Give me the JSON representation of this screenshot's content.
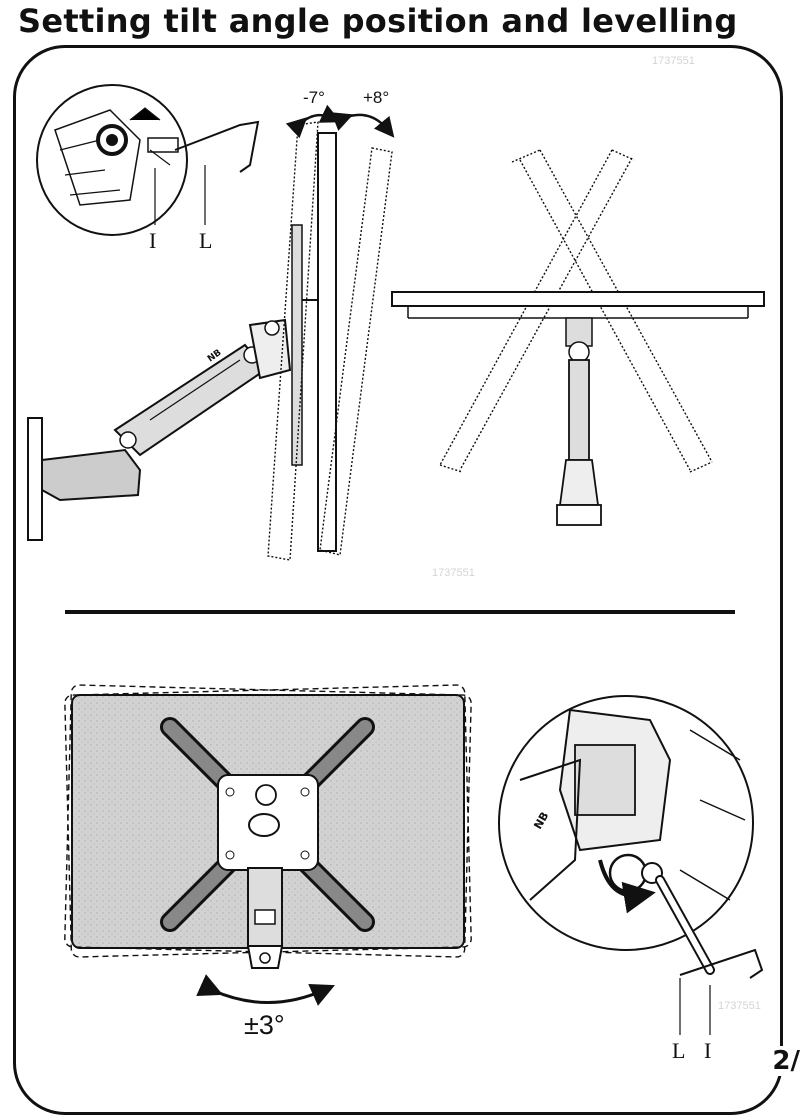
{
  "page": {
    "title": "Setting tilt angle position and levelling",
    "page_number": "2/",
    "watermark": "1737551"
  },
  "tilt_diagram": {
    "tilt_down": "-7°",
    "tilt_up": "+8°",
    "detail_label_i": "I",
    "detail_label_l": "L",
    "logo": "NB"
  },
  "levelling_diagram": {
    "rotation": "±3°",
    "detail_label_l": "L",
    "detail_label_i": "I",
    "logo": "NB"
  }
}
